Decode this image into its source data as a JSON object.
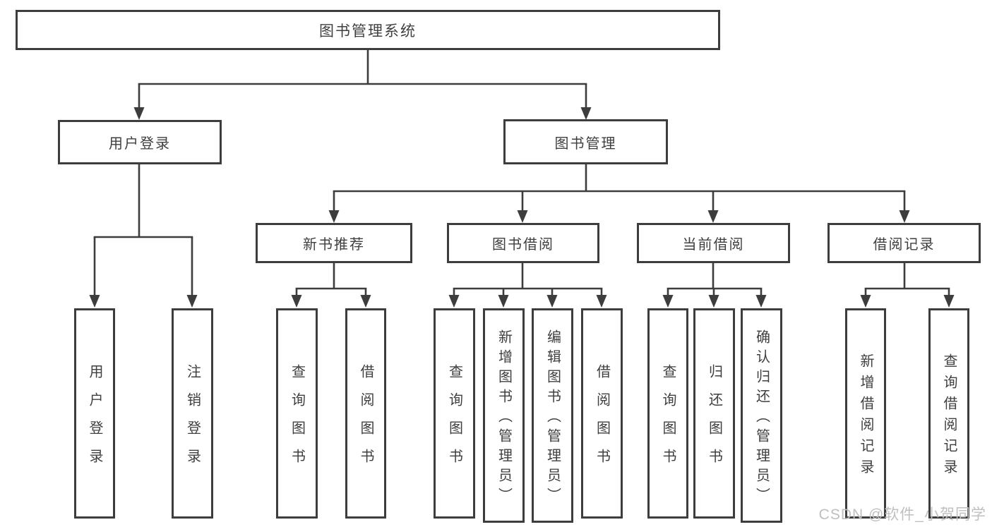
{
  "tree": {
    "root": {
      "label": "图书管理系统"
    },
    "branches": [
      {
        "label": "用户登录",
        "children": [
          {
            "label": "用户登录"
          },
          {
            "label": "注销登录"
          }
        ]
      },
      {
        "label": "图书管理",
        "sections": [
          {
            "label": "新书推荐",
            "children": [
              {
                "label": "查询图书"
              },
              {
                "label": "借阅图书"
              }
            ]
          },
          {
            "label": "图书借阅",
            "children": [
              {
                "label": "查询图书"
              },
              {
                "label": "新增图书（管理员）"
              },
              {
                "label": "编辑图书（管理员）"
              },
              {
                "label": "借阅图书"
              }
            ]
          },
          {
            "label": "当前借阅",
            "children": [
              {
                "label": "查询图书"
              },
              {
                "label": "归还图书"
              },
              {
                "label": "确认归还（管理员）"
              }
            ]
          },
          {
            "label": "借阅记录",
            "children": [
              {
                "label": "新增借阅记录"
              },
              {
                "label": "查询借阅记录"
              }
            ]
          }
        ]
      }
    ]
  },
  "watermark": "CSDN @软件_小贺同学",
  "colors": {
    "line": "#3d3d3d",
    "box_border": "#3d3d3d",
    "text": "#3f3f3f",
    "watermark": "#bfbfbf",
    "background": "#ffffff"
  }
}
